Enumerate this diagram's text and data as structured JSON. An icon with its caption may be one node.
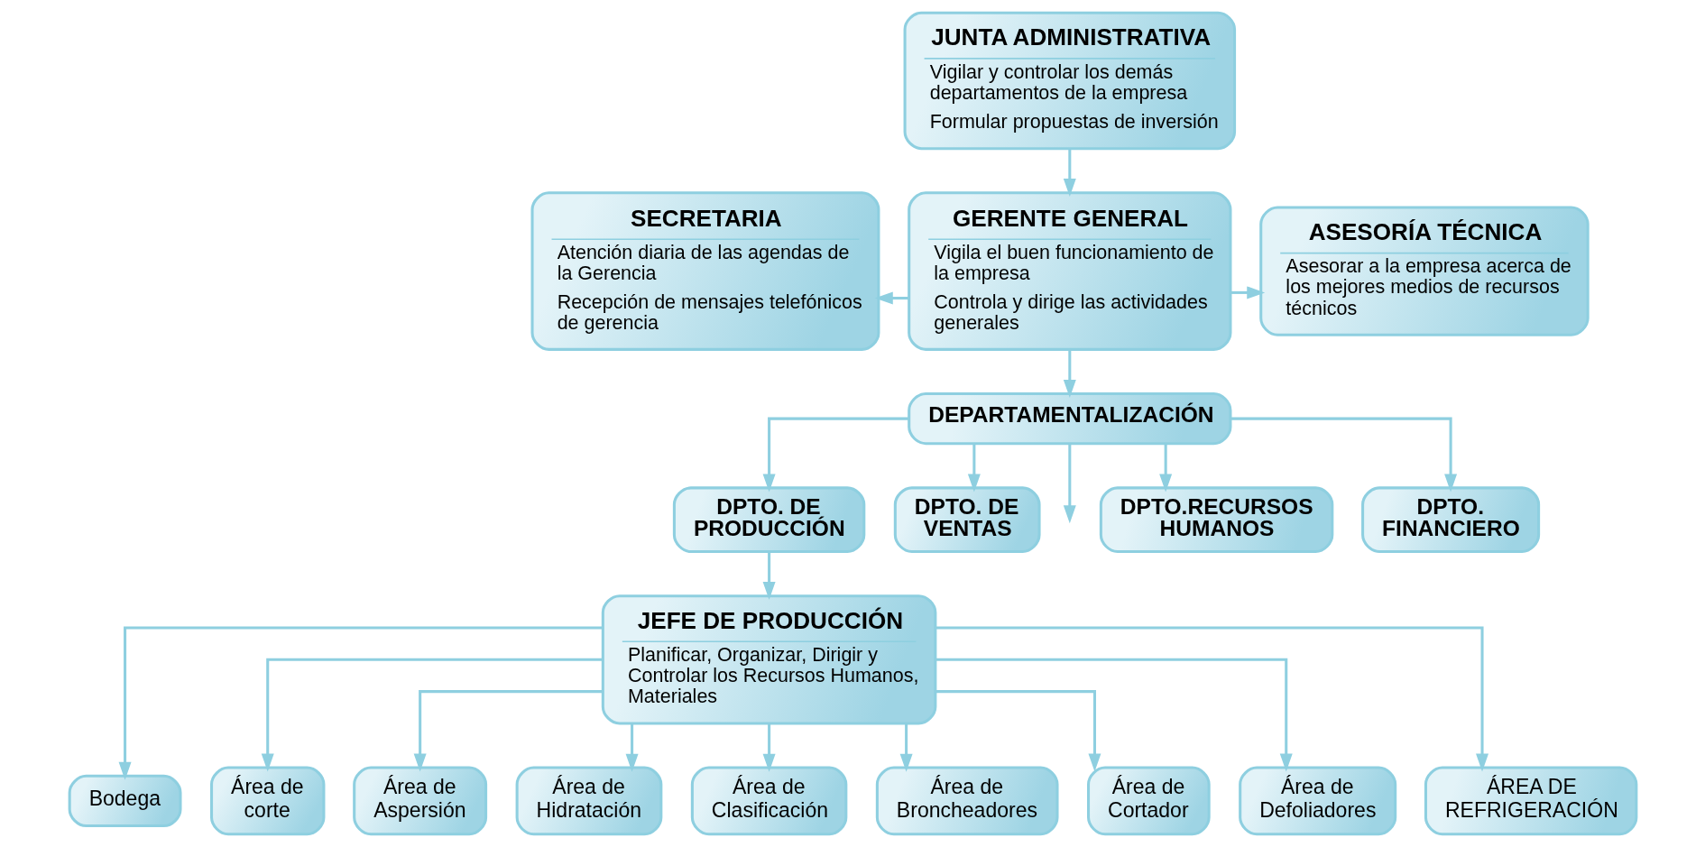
{
  "diagram": {
    "nodes": [
      {
        "text": [
          "JUNTA ADMINISTRATIVA",
          "Vigilar y controlar los demás departamentos de la empresa",
          "Formular propuestas de inversión"
        ]
      },
      {
        "text": [
          "SECRETARIA",
          "Atención diaria de las agendas de la Gerencia",
          "Recepción de mensajes telefónicos de gerencia"
        ]
      },
      {
        "text": [
          "GERENTE GENERAL",
          "Vigila el buen funcionamiento de la empresa",
          "Controla y dirige las actividades generales"
        ]
      },
      {
        "text": [
          "ASESORÍA TÉCNICA",
          "Asesorar a la empresa acerca de los mejores medios de recursos técnicos"
        ]
      },
      {
        "text": [
          "DEPARTAMENTALIZACIÓN"
        ]
      },
      {
        "text": [
          "DPTO. DE PRODUCCIÓN"
        ]
      },
      {
        "text": [
          "DPTO. DE VENTAS"
        ]
      },
      {
        "text": [
          "DPTO.RECURSOS HUMANOS"
        ]
      },
      {
        "text": [
          "DPTO. FINANCIERO"
        ]
      },
      {
        "text": [
          "JEFE DE PRODUCCIÓN",
          "Planificar, Organizar, Dirigir y Controlar los Recursos Humanos, Materiales"
        ]
      },
      {
        "text": [
          "Bodega"
        ]
      },
      {
        "text": [
          "Área de corte"
        ]
      },
      {
        "text": [
          "Área de Aspersión"
        ]
      },
      {
        "text": [
          "Área de Hidratación"
        ]
      },
      {
        "text": [
          "Área de Clasificación"
        ]
      },
      {
        "text": [
          "Área de Broncheadores"
        ]
      },
      {
        "text": [
          "Área de Cortador"
        ]
      },
      {
        "text": [
          "Área de Defoliadores"
        ]
      },
      {
        "text": [
          "ÁREA DE REFRIGERACIÓN"
        ]
      }
    ],
    "edges": [
      {
        "from": 0,
        "to": 2,
        "arrow": "to"
      },
      {
        "from": 2,
        "to": 1,
        "arrow": "to"
      },
      {
        "from": 2,
        "to": 3,
        "arrow": "to"
      },
      {
        "from": 2,
        "to": 4,
        "arrow": "to"
      },
      {
        "from": 4,
        "to": 5,
        "arrow": "to"
      },
      {
        "from": 4,
        "to": 6,
        "arrow": "to"
      },
      {
        "from": 4,
        "to": null,
        "arrow": "to"
      },
      {
        "from": 4,
        "to": 7,
        "arrow": "to"
      },
      {
        "from": 4,
        "to": 8,
        "arrow": "to"
      },
      {
        "from": 5,
        "to": 9,
        "arrow": "to"
      },
      {
        "from": 9,
        "to": 10,
        "arrow": "to"
      },
      {
        "from": 9,
        "to": 11,
        "arrow": "to"
      },
      {
        "from": 9,
        "to": 12,
        "arrow": "to"
      },
      {
        "from": 9,
        "to": 13,
        "arrow": "to"
      },
      {
        "from": 9,
        "to": 14,
        "arrow": "to"
      },
      {
        "from": 9,
        "to": 15,
        "arrow": "to"
      },
      {
        "from": 9,
        "to": 16,
        "arrow": "to"
      },
      {
        "from": 9,
        "to": 17,
        "arrow": "to"
      },
      {
        "from": 9,
        "to": 18,
        "arrow": "to"
      }
    ]
  }
}
